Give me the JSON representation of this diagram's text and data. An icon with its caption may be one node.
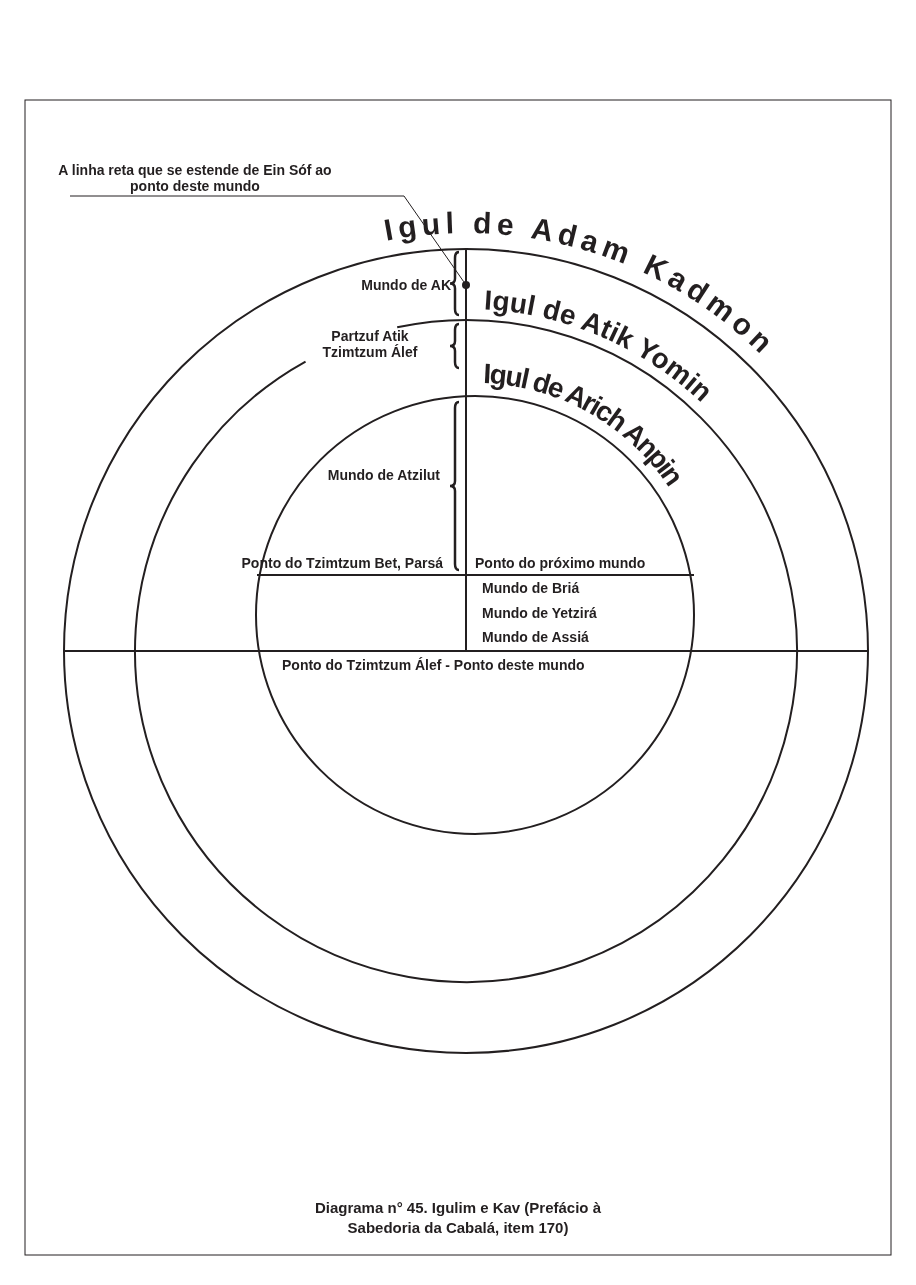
{
  "diagram": {
    "caption": "Diagrama n° 45. Igulim e Kav (Prefácio à Sabedoria da Cabalá, item 170)",
    "nodes": [
      {
        "text": [
          "A linha reta que se estende de Ein Sóf ao ponto deste mundo"
        ]
      },
      {
        "text": [],
        "shape": "circle"
      }
    ],
    "edges": [
      {
        "from": 0,
        "to": 1,
        "arrow": "none"
      }
    ],
    "labels": [
      "Igul de Adam Kadmon",
      "Mundo de AK",
      "Igul de Atik Yomin",
      "Partzuf Atik Tzimtzum Álef",
      "Igul de Arich Anpin",
      "Mundo de Atzilut",
      "Ponto do Tzimtzum Bet, Parsá",
      "Ponto do próximo mundo",
      "Mundo de Briá",
      "Mundo de Yetzirá",
      "Mundo de Assiá",
      "Ponto do Tzimtzum Álef - Ponto deste mundo"
    ]
  }
}
